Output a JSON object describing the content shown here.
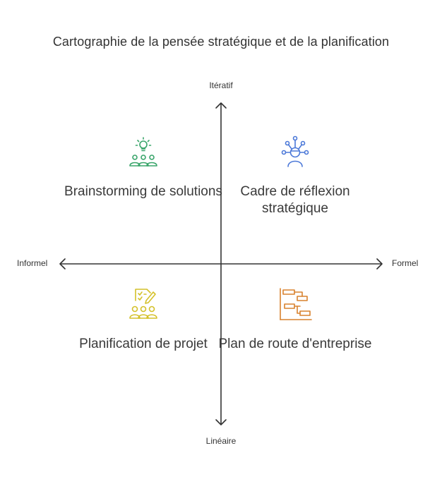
{
  "title": "Cartographie de la pensée stratégique et de la planification",
  "axes": {
    "top": "Itératif",
    "bottom": "Linéaire",
    "left": "Informel",
    "right": "Formel"
  },
  "quadrants": {
    "top_left": {
      "label": "Brainstorming de solutions",
      "icon": "brainstorm-group-icon",
      "color": "#3aa56b"
    },
    "top_right": {
      "label": "Cadre de réflexion stratégique",
      "icon": "strategic-network-icon",
      "color": "#4b78d8"
    },
    "bottom_left": {
      "label": "Planification de projet",
      "icon": "project-planning-icon",
      "color": "#d4c12a"
    },
    "bottom_right": {
      "label": "Plan de route d'entreprise",
      "icon": "gantt-roadmap-icon",
      "color": "#d9822e"
    }
  },
  "colors": {
    "axis": "#333333",
    "text": "#333333"
  }
}
